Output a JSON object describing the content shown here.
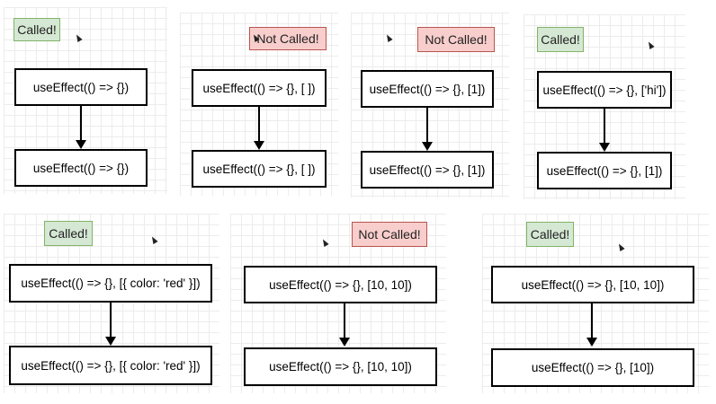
{
  "diagrams": [
    {
      "badge": "Called!",
      "top": "useEffect(() => {})",
      "bottom": "useEffect(() => {})"
    },
    {
      "badge": "Not Called!",
      "top": "useEffect(() => {}, [ ])",
      "bottom": "useEffect(() => {}, [ ])"
    },
    {
      "badge": "Not Called!",
      "top": "useEffect(() => {}, [1])",
      "bottom": "useEffect(() => {}, [1])"
    },
    {
      "badge": "Called!",
      "top": "useEffect(() => {}, ['hi'])",
      "bottom": "useEffect(() => {}, [1])"
    },
    {
      "badge": "Called!",
      "top": "useEffect(() => {}, [{ color: 'red' }])",
      "bottom": "useEffect(() => {}, [{ color: 'red' }])"
    },
    {
      "badge": "Not Called!",
      "top": "useEffect(() => {}, [10, 10])",
      "bottom": "useEffect(() => {}, [10, 10])"
    },
    {
      "badge": "Called!",
      "top": "useEffect(() => {}, [10, 10])",
      "bottom": "useEffect(() => {}, [10])"
    }
  ],
  "colors": {
    "called_fill": "#d5e8d4",
    "called_border": "#82b366",
    "not_called_fill": "#f8cecc",
    "not_called_border": "#b85450"
  }
}
